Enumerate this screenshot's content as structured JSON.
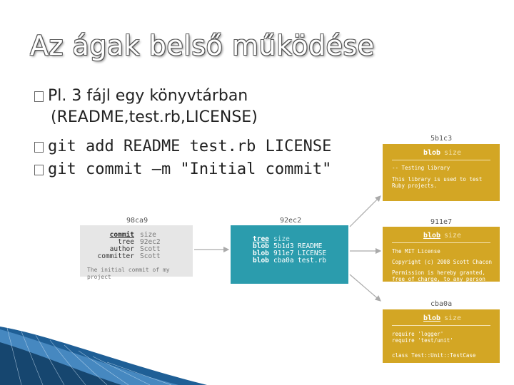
{
  "title": "Az ágak belső működése",
  "bullets": {
    "b1_line1": "Pl. 3 fájl egy könyvtárban",
    "b1_line2": "(README,test.rb,LICENSE)",
    "b2": "git add README test.rb LICENSE",
    "b3": "git commit –m \"Initial commit\""
  },
  "commit": {
    "id": "98ca9",
    "k1": "commit",
    "v1": "size",
    "k2": "tree",
    "v2": "92ec2",
    "k3": "author",
    "v3": "Scott",
    "k4": "committer",
    "v4": "Scott",
    "message": "The initial commit of my project"
  },
  "tree": {
    "id": "92ec2",
    "r1a": "tree",
    "r1b": "size",
    "r2a": "blob",
    "r2b": "5b1d3",
    "r2c": "README",
    "r3a": "blob",
    "r3b": "911e7",
    "r3c": "LICENSE",
    "r4a": "blob",
    "r4b": "cba0a",
    "r4c": "test.rb"
  },
  "blob1": {
    "id": "5b1c3",
    "k": "blob",
    "v": "size",
    "t1": "-- Testing library",
    "t2": "This library is used to test",
    "t3": "Ruby projects."
  },
  "blob2": {
    "id": "911e7",
    "k": "blob",
    "v": "size",
    "t1": "The MIT License",
    "t2": "Copyright (c) 2008 Scott Chacon",
    "t3": "Permission is hereby granted,",
    "t4": "free of charge, to any person"
  },
  "blob3": {
    "id": "cba0a",
    "k": "blob",
    "v": "size",
    "t1": "require 'logger'",
    "t2": "require 'test/unit'",
    "t3": "class Test::Unit::TestCase"
  },
  "colors": {
    "commit_bg": "#e6e6e6",
    "tree_bg": "#2b9cad",
    "blob_bg": "#d3a624",
    "swoosh": "#2e6fa6"
  }
}
